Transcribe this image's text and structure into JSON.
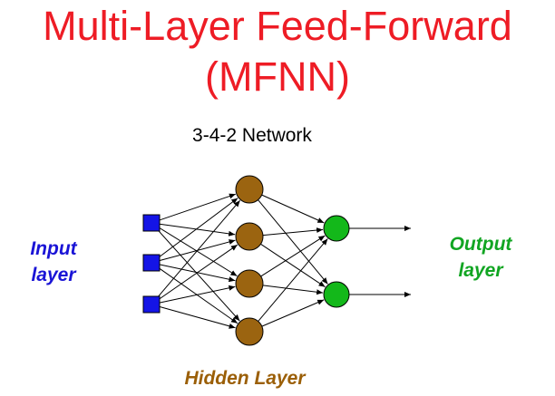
{
  "title": {
    "line1": "Multi-Layer Feed-Forward",
    "line2": "(MFNN)"
  },
  "subtitle": "3-4-2 Network",
  "labels": {
    "input": [
      "Input",
      "layer"
    ],
    "output": [
      "Output",
      "layer"
    ],
    "hidden": "Hidden Layer"
  },
  "network": {
    "layers": [
      {
        "name": "input",
        "nodes": 3,
        "shape": "square",
        "color": "#1414e6"
      },
      {
        "name": "hidden",
        "nodes": 4,
        "shape": "circle",
        "color": "#9b6410"
      },
      {
        "name": "output",
        "nodes": 2,
        "shape": "circle",
        "color": "#13b81a"
      }
    ],
    "edge_color": "#000000",
    "output_arrows": true
  },
  "colors": {
    "title": "#ee1c25",
    "input_label": "#1a14d6",
    "output_label": "#11a522",
    "hidden_label": "#9b5f07"
  }
}
